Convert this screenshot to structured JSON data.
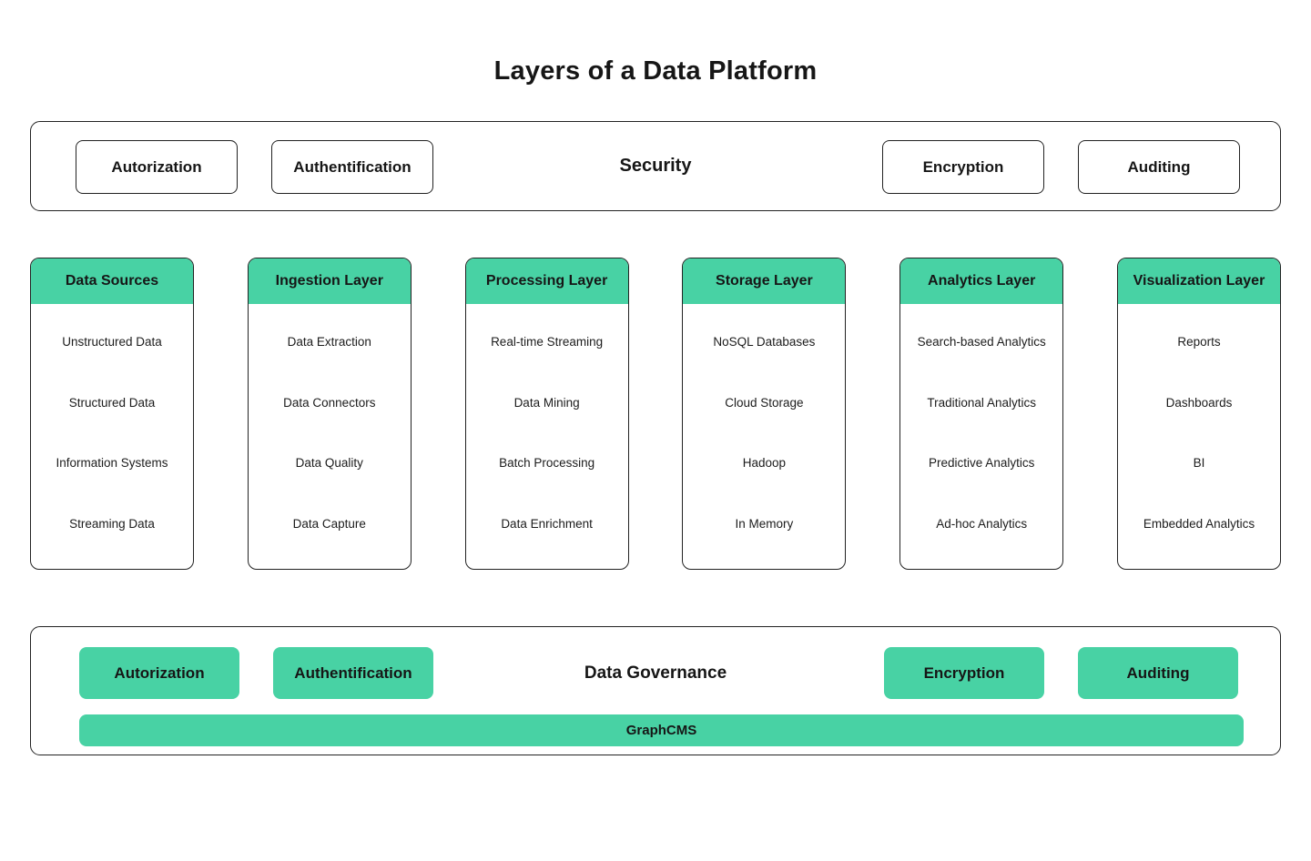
{
  "title": "Layers of a Data Platform",
  "security_bar": {
    "label": "Security",
    "boxes": [
      "Autorization",
      "Authentification",
      "Encryption",
      "Auditing"
    ]
  },
  "columns": [
    {
      "header": "Data Sources",
      "items": [
        "Unstructured Data",
        "Structured Data",
        "Information Systems",
        "Streaming Data"
      ]
    },
    {
      "header": "Ingestion Layer",
      "items": [
        "Data Extraction",
        "Data Connectors",
        "Data Quality",
        "Data Capture"
      ]
    },
    {
      "header": "Processing Layer",
      "items": [
        "Real-time Streaming",
        "Data Mining",
        "Batch Processing",
        "Data Enrichment"
      ]
    },
    {
      "header": "Storage Layer",
      "items": [
        "NoSQL Databases",
        "Cloud Storage",
        "Hadoop",
        "In Memory"
      ]
    },
    {
      "header": "Analytics Layer",
      "items": [
        "Search-based Analytics",
        "Traditional Analytics",
        "Predictive Analytics",
        "Ad-hoc Analytics"
      ]
    },
    {
      "header": "Visualization Layer",
      "items": [
        "Reports",
        "Dashboards",
        "BI",
        "Embedded Analytics"
      ]
    }
  ],
  "governance_bar": {
    "label": "Data Governance",
    "boxes": [
      "Autorization",
      "Authentification",
      "Encryption",
      "Auditing"
    ],
    "platform_bar": "GraphCMS"
  },
  "colors": {
    "accent_green": "#48d2a4",
    "border": "#222222",
    "text": "#161616",
    "background": "#ffffff"
  }
}
